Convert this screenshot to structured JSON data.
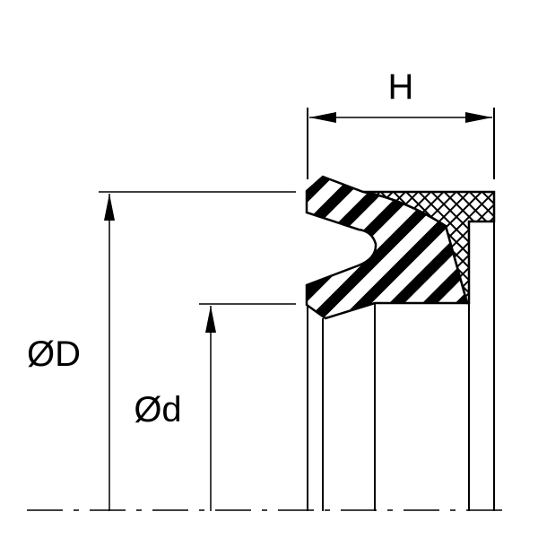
{
  "labels": {
    "height": "H",
    "outer_diameter": "ØD",
    "inner_diameter": "Ød"
  },
  "colors": {
    "line": "#000000",
    "background": "#ffffff"
  }
}
